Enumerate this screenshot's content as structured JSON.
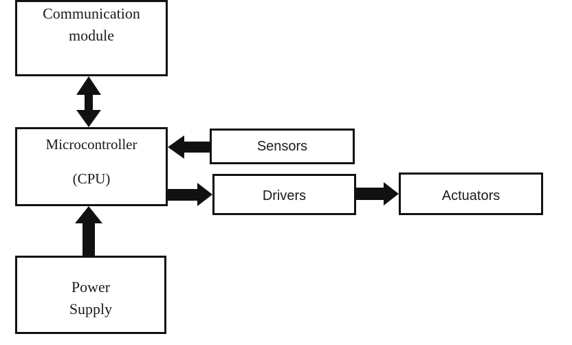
{
  "diagram": {
    "nodes": {
      "communication_module": {
        "line1": "Communication",
        "line2": "module"
      },
      "microcontroller": {
        "line1": "Microcontroller",
        "line2": "(CPU)"
      },
      "power_supply": {
        "line1": "Power",
        "line2": "Supply"
      },
      "sensors": {
        "label": "Sensors"
      },
      "drivers": {
        "label": "Drivers"
      },
      "actuators": {
        "label": "Actuators"
      }
    },
    "edges": [
      {
        "from": "communication_module",
        "to": "microcontroller",
        "direction": "bidirectional"
      },
      {
        "from": "sensors",
        "to": "microcontroller",
        "direction": "forward"
      },
      {
        "from": "microcontroller",
        "to": "drivers",
        "direction": "forward"
      },
      {
        "from": "drivers",
        "to": "actuators",
        "direction": "forward"
      },
      {
        "from": "power_supply",
        "to": "microcontroller",
        "direction": "forward"
      }
    ],
    "colors": {
      "stroke": "#111111",
      "background": "#ffffff"
    }
  }
}
